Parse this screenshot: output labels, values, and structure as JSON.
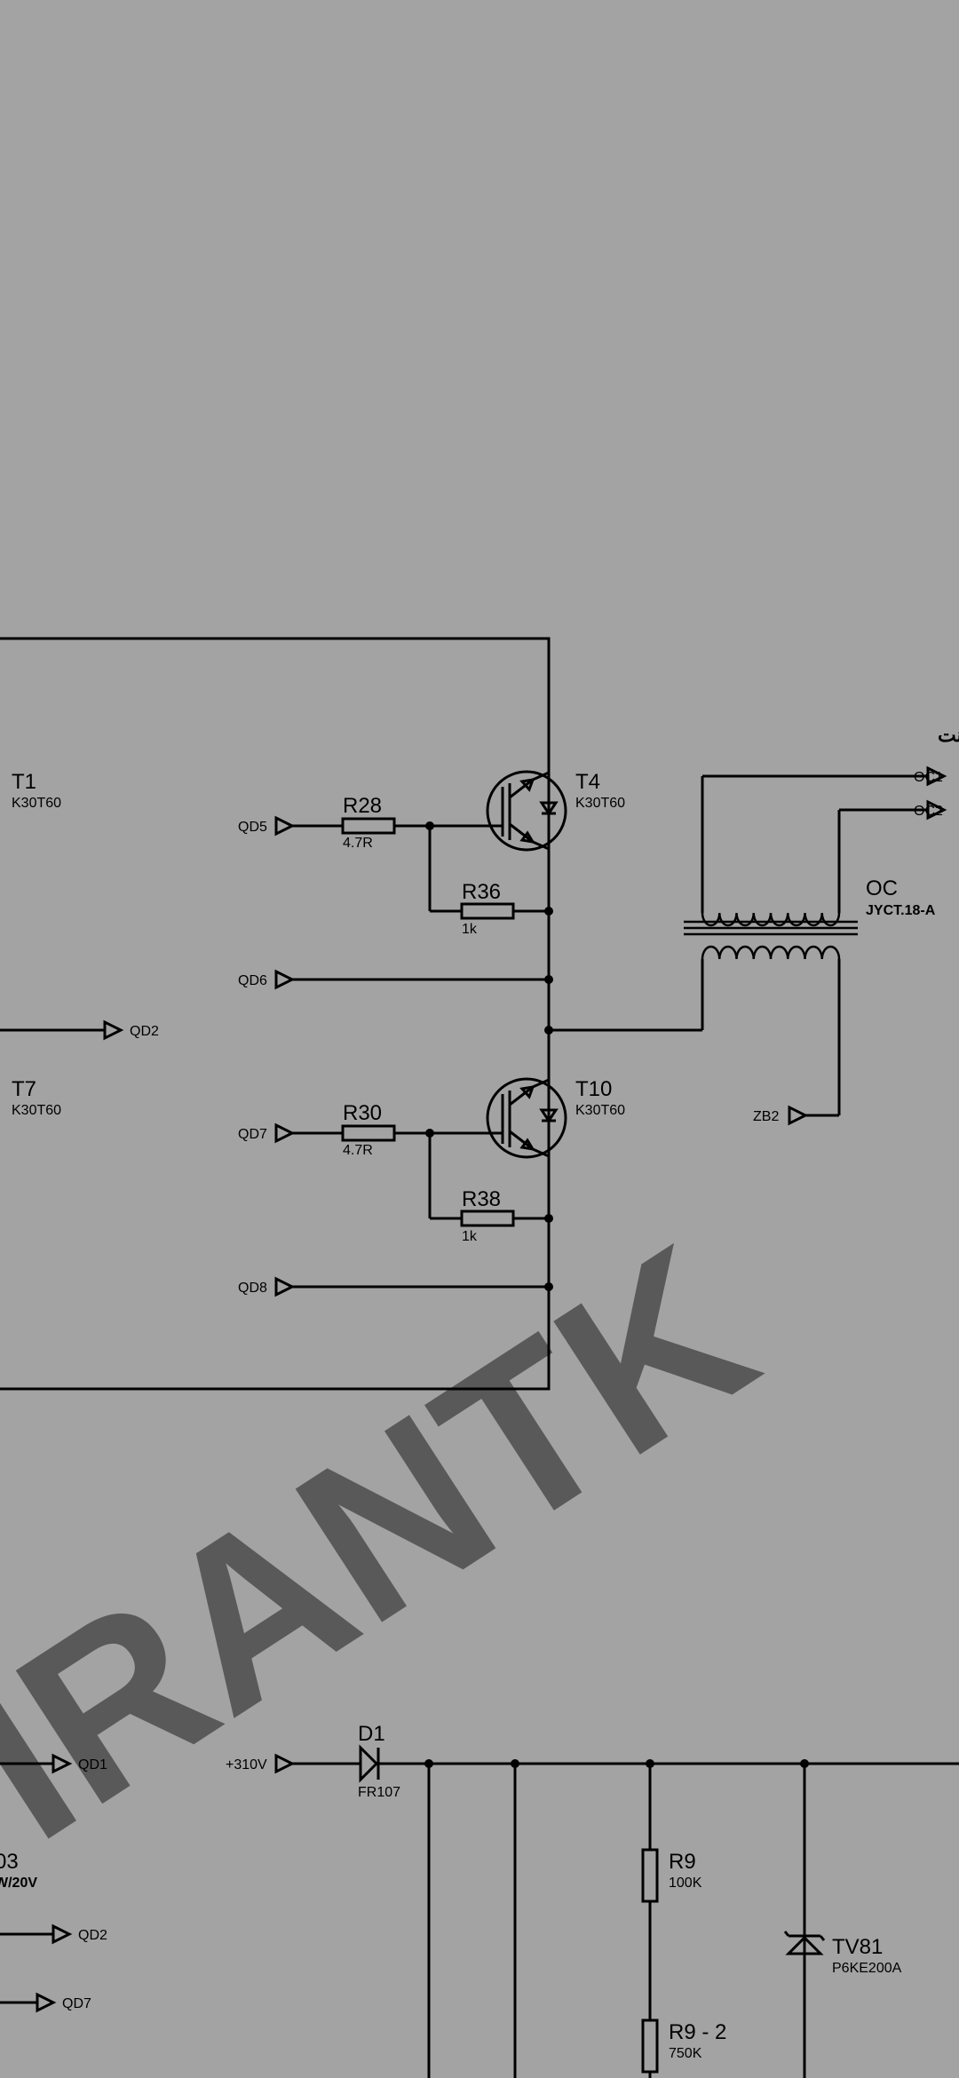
{
  "watermark": {
    "text": "IRANTK",
    "color": "#b87f7f"
  },
  "ct_title": "سي تي اضافه جريان يا اور كارنت",
  "transistors": {
    "t1": {
      "ref": "T1",
      "part": "K30T60"
    },
    "t4": {
      "ref": "T4",
      "part": "K30T60"
    },
    "t7": {
      "ref": "T7",
      "part": "K30T60"
    },
    "t10": {
      "ref": "T10",
      "part": "K30T60"
    }
  },
  "resistors": {
    "r28": {
      "ref": "R28",
      "value": "4.7R"
    },
    "r36": {
      "ref": "R36",
      "value": "1k"
    },
    "r30": {
      "ref": "R30",
      "value": "4.7R"
    },
    "r38": {
      "ref": "R38",
      "value": "1k"
    },
    "r9": {
      "ref": "R9",
      "value": "100K"
    },
    "r9_2": {
      "ref": "R9 - 2",
      "value": "750K"
    }
  },
  "ports": {
    "qd5": "QD5",
    "qd6": "QD6",
    "qd7": "QD7",
    "qd8": "QD8",
    "qd2": "QD2",
    "oc1": "OC1",
    "oc2": "OC2",
    "zb2": "ZB2",
    "qd1_bottom": "QD1",
    "qd2_bottom": "QD2",
    "qd7_bottom": "QD7",
    "v310": "+310V"
  },
  "transformer": {
    "ref": "OC",
    "part": "JYCT.18-A"
  },
  "diode_d1": {
    "ref": "D1",
    "part": "FR107"
  },
  "tvs": {
    "ref": "TV81",
    "part": "P6KE200A"
  },
  "partial_d3": {
    "ref": "03",
    "part": "W/20V"
  }
}
